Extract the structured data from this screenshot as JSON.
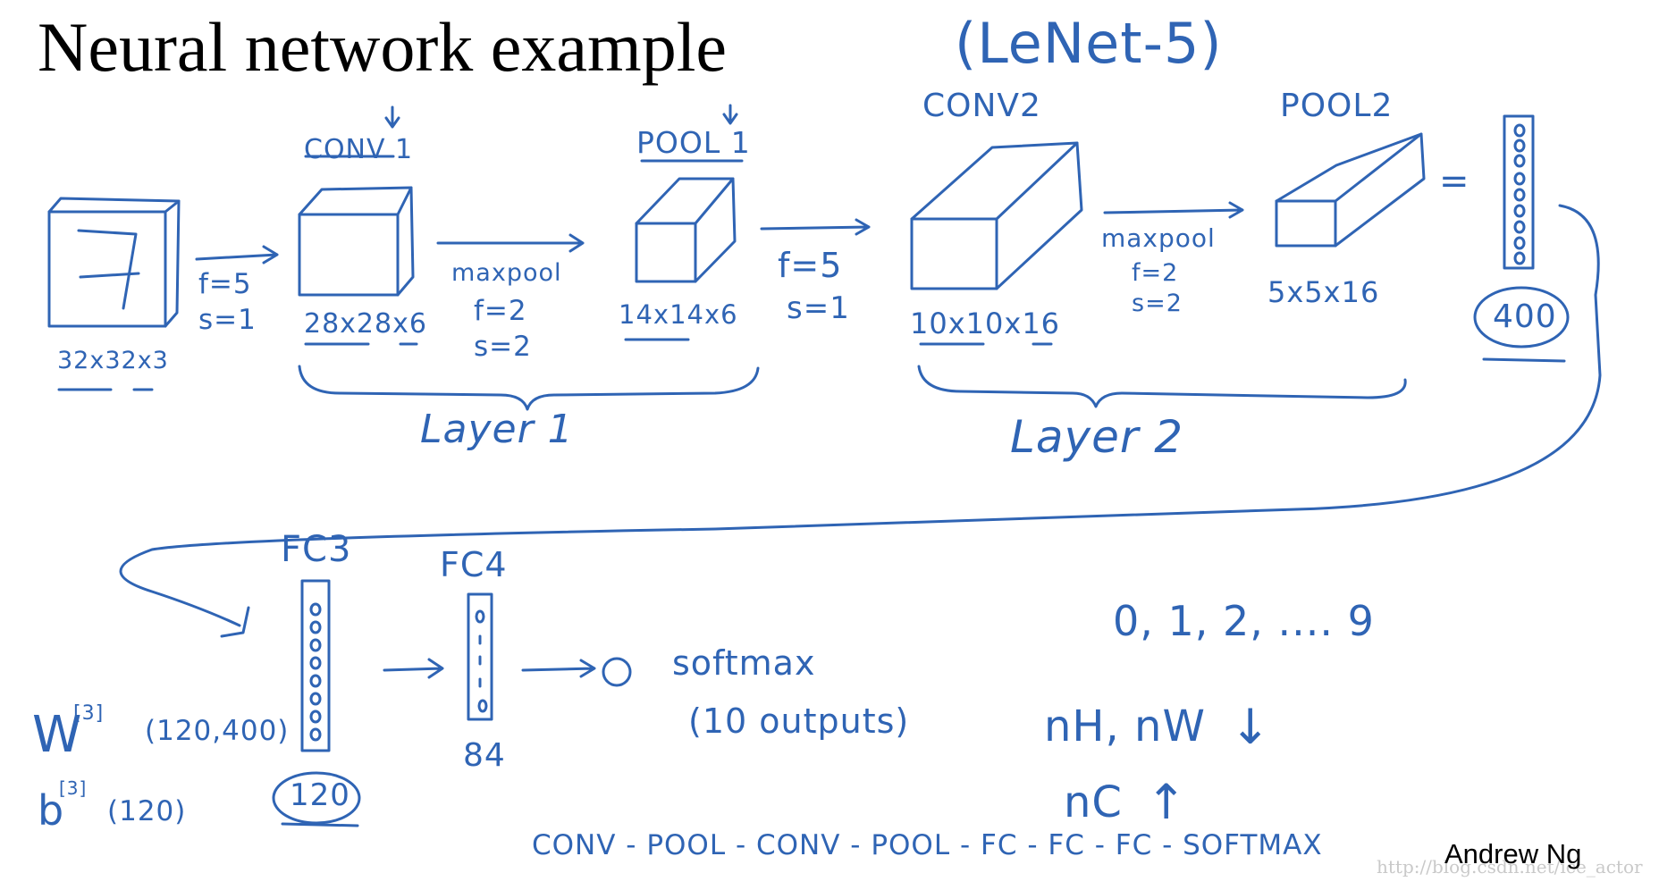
{
  "title": "Neural network example",
  "subtitle": "(LeNet-5)",
  "input": {
    "digit": "7",
    "dims": "32x32x3"
  },
  "conv1": {
    "label": "CONV 1",
    "params": [
      "f=5",
      "s=1"
    ],
    "dims": "28x28x6"
  },
  "pool1": {
    "label": "POOL 1",
    "op": "maxpool",
    "params": [
      "f=2",
      "s=2"
    ],
    "dims": "14x14x6"
  },
  "conv2": {
    "label": "CONV2",
    "params": [
      "f=5",
      "s=1"
    ],
    "dims": "10x10x16"
  },
  "pool2": {
    "label": "POOL2",
    "op": "maxpool",
    "params": [
      "f=2",
      "s=2"
    ],
    "dims": "5x5x16"
  },
  "flatten": {
    "equals": "=",
    "size": "400"
  },
  "layers": {
    "layer1": "Layer 1",
    "layer2": "Layer 2"
  },
  "fc3": {
    "label": "FC3",
    "size": "120",
    "weights": "W",
    "weights_sup": "[3]",
    "weights_shape": "(120,400)",
    "bias": "b",
    "bias_sup": "[3]",
    "bias_shape": "(120)"
  },
  "fc4": {
    "label": "FC4",
    "size": "84"
  },
  "softmax": {
    "label": "softmax",
    "outputs": "(10 outputs)"
  },
  "classes": "0, 1, 2, .... 9",
  "notes": {
    "nh_nw": "nH, nW",
    "nh_nw_arrow": "↓",
    "nc": "nC",
    "nc_arrow": "↑"
  },
  "pipeline": "CONV - POOL - CONV - POOL - FC - FC - FC - SOFTMAX",
  "author": "Andrew Ng",
  "watermark": "http://blog.csdn.net/ice_actor",
  "colors": {
    "ink": "#2f64b4",
    "title": "#000000",
    "watermark": "#c9c9c9"
  }
}
